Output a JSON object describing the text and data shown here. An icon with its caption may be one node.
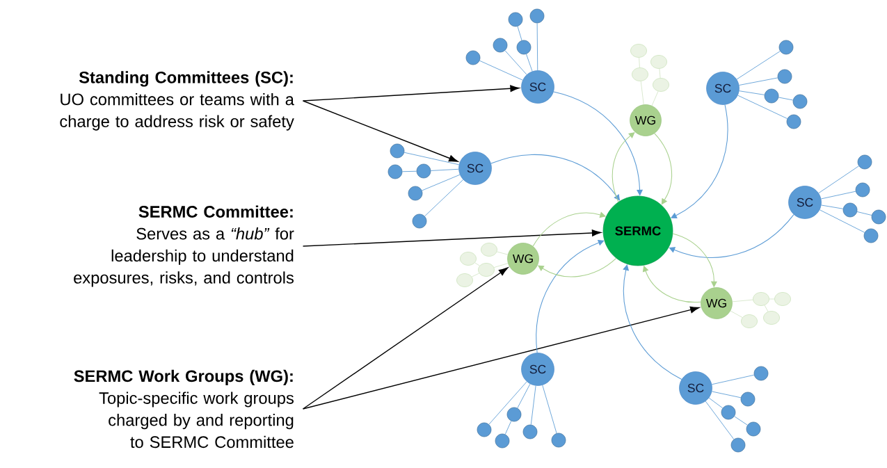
{
  "diagram": {
    "nodes": [
      {
        "text": [
          "Standing Committees (SC):",
          "UO committees or teams with a charge to address risk or safety"
        ]
      },
      {
        "text": [
          "SERMC Committee:",
          "Serves as a *“hub”* for leadership to understand exposures, risks, and controls"
        ]
      },
      {
        "text": [
          "SERMC Work Groups (WG):",
          "Topic-specific work groups charged by and reporting to SERMC Committee"
        ]
      },
      {
        "text": [
          "SERMC"
        ]
      },
      {
        "text": [
          "SC"
        ]
      },
      {
        "text": [
          "SC"
        ]
      },
      {
        "text": [
          "SC"
        ]
      },
      {
        "text": [
          "SC"
        ]
      },
      {
        "text": [
          "SC"
        ]
      },
      {
        "text": [
          "SC"
        ]
      },
      {
        "text": [
          "WG"
        ]
      },
      {
        "text": [
          "WG"
        ]
      },
      {
        "text": [
          "WG"
        ]
      },
      {
        "text": [],
        "shape": "circle"
      },
      {
        "text": [],
        "shape": "circle"
      },
      {
        "text": [],
        "shape": "circle"
      },
      {
        "text": [],
        "shape": "circle"
      },
      {
        "text": [],
        "shape": "circle"
      },
      {
        "text": [],
        "shape": "circle"
      },
      {
        "text": [],
        "shape": "circle"
      },
      {
        "text": [],
        "shape": "circle"
      },
      {
        "text": [],
        "shape": "circle"
      },
      {
        "text": [],
        "shape": "circle"
      },
      {
        "text": [],
        "shape": "circle"
      },
      {
        "text": [],
        "shape": "circle"
      },
      {
        "text": [],
        "shape": "circle"
      },
      {
        "text": [],
        "shape": "circle"
      },
      {
        "text": [],
        "shape": "circle"
      },
      {
        "text": [],
        "shape": "circle"
      },
      {
        "text": [],
        "shape": "circle"
      },
      {
        "text": [],
        "shape": "circle"
      },
      {
        "text": [],
        "shape": "circle"
      },
      {
        "text": [],
        "shape": "circle"
      },
      {
        "text": [],
        "shape": "circle"
      },
      {
        "text": [],
        "shape": "circle"
      },
      {
        "text": [],
        "shape": "circle"
      },
      {
        "text": [],
        "shape": "circle"
      },
      {
        "text": [],
        "shape": "circle"
      },
      {
        "text": [],
        "shape": "circle"
      },
      {
        "text": [],
        "shape": "circle"
      },
      {
        "text": [],
        "shape": "circle"
      },
      {
        "text": [],
        "shape": "circle"
      },
      {
        "text": [],
        "shape": "circle"
      },
      {
        "text": [],
        "shape": "circle"
      },
      {
        "text": [],
        "shape": "circle"
      },
      {
        "text": [],
        "shape": "circle"
      },
      {
        "text": [],
        "shape": "circle"
      },
      {
        "text": [],
        "shape": "circle"
      },
      {
        "text": [],
        "shape": "circle"
      },
      {
        "text": [],
        "shape": "circle"
      },
      {
        "text": [],
        "shape": "circle"
      },
      {
        "text": [],
        "shape": "circle"
      },
      {
        "text": [],
        "shape": "circle"
      },
      {
        "text": [],
        "shape": "circle"
      },
      {
        "text": [],
        "shape": "circle"
      }
    ],
    "edges": [
      {
        "from": 0,
        "to": 4,
        "arrow": "to",
        "color": "#000000"
      },
      {
        "from": 0,
        "to": 5,
        "arrow": "to",
        "color": "#000000"
      },
      {
        "from": 1,
        "to": 3,
        "arrow": "to",
        "color": "#000000"
      },
      {
        "from": 2,
        "to": 11,
        "arrow": "to",
        "color": "#000000"
      },
      {
        "from": 2,
        "to": 12,
        "arrow": "to",
        "color": "#000000"
      },
      {
        "from": 4,
        "to": 3,
        "arrow": "to"
      },
      {
        "from": 5,
        "to": 3,
        "arrow": "to"
      },
      {
        "from": 6,
        "to": 3,
        "arrow": "to"
      },
      {
        "from": 7,
        "to": 3,
        "arrow": "to"
      },
      {
        "from": 8,
        "to": 3,
        "arrow": "to"
      },
      {
        "from": 9,
        "to": 3,
        "arrow": "to"
      },
      {
        "from": 3,
        "to": 10,
        "arrow": "to",
        "color": "#a9d18e"
      },
      {
        "from": 10,
        "to": 3,
        "arrow": "to",
        "color": "#a9d18e"
      },
      {
        "from": 11,
        "to": 3,
        "arrow": "to",
        "color": "#a9d18e"
      },
      {
        "from": 3,
        "to": 11,
        "arrow": "to",
        "color": "#a9d18e"
      },
      {
        "from": 3,
        "to": 12,
        "arrow": "to",
        "color": "#a9d18e"
      },
      {
        "from": 12,
        "to": 3,
        "arrow": "to",
        "color": "#a9d18e"
      },
      {
        "from": 4,
        "to": 13,
        "arrow": "none"
      },
      {
        "from": 4,
        "to": 14,
        "arrow": "none"
      },
      {
        "from": 4,
        "to": 15,
        "arrow": "none"
      },
      {
        "from": 15,
        "to": 16,
        "arrow": "none"
      },
      {
        "from": 4,
        "to": 17,
        "arrow": "none"
      },
      {
        "from": 5,
        "to": 18,
        "arrow": "none"
      },
      {
        "from": 5,
        "to": 20,
        "arrow": "none"
      },
      {
        "from": 20,
        "to": 19,
        "arrow": "none"
      },
      {
        "from": 5,
        "to": 21,
        "arrow": "none"
      },
      {
        "from": 5,
        "to": 22,
        "arrow": "none"
      },
      {
        "from": 6,
        "to": 23,
        "arrow": "none"
      },
      {
        "from": 6,
        "to": 24,
        "arrow": "none"
      },
      {
        "from": 6,
        "to": 25,
        "arrow": "none"
      },
      {
        "from": 25,
        "to": 26,
        "arrow": "none"
      },
      {
        "from": 6,
        "to": 27,
        "arrow": "none"
      },
      {
        "from": 7,
        "to": 28,
        "arrow": "none"
      },
      {
        "from": 7,
        "to": 29,
        "arrow": "none"
      },
      {
        "from": 7,
        "to": 30,
        "arrow": "none"
      },
      {
        "from": 30,
        "to": 31,
        "arrow": "none"
      },
      {
        "from": 7,
        "to": 32,
        "arrow": "none"
      },
      {
        "from": 8,
        "to": 33,
        "arrow": "none"
      },
      {
        "from": 8,
        "to": 34,
        "arrow": "none"
      },
      {
        "from": 34,
        "to": 35,
        "arrow": "none"
      },
      {
        "from": 8,
        "to": 36,
        "arrow": "none"
      },
      {
        "from": 8,
        "to": 37,
        "arrow": "none"
      },
      {
        "from": 9,
        "to": 38,
        "arrow": "none"
      },
      {
        "from": 9,
        "to": 39,
        "arrow": "none"
      },
      {
        "from": 9,
        "to": 40,
        "arrow": "none"
      },
      {
        "from": 40,
        "to": 41,
        "arrow": "none"
      },
      {
        "from": 9,
        "to": 42,
        "arrow": "none"
      },
      {
        "from": 10,
        "to": 45,
        "arrow": "none",
        "color": "#d5e6c8"
      },
      {
        "from": 45,
        "to": 43,
        "arrow": "none",
        "color": "#d5e6c8"
      },
      {
        "from": 10,
        "to": 46,
        "arrow": "none",
        "color": "#d5e6c8"
      },
      {
        "from": 46,
        "to": 44,
        "arrow": "none",
        "color": "#d5e6c8"
      },
      {
        "from": 11,
        "to": 47,
        "arrow": "none",
        "color": "#d5e6c8"
      },
      {
        "from": 11,
        "to": 49,
        "arrow": "none",
        "color": "#d5e6c8"
      },
      {
        "from": 49,
        "to": 48,
        "arrow": "none",
        "color": "#d5e6c8"
      },
      {
        "from": 49,
        "to": 50,
        "arrow": "none",
        "color": "#d5e6c8"
      },
      {
        "from": 12,
        "to": 51,
        "arrow": "none",
        "color": "#d5e6c8"
      },
      {
        "from": 51,
        "to": 52,
        "arrow": "none",
        "color": "#d5e6c8"
      },
      {
        "from": 51,
        "to": 54,
        "arrow": "none",
        "color": "#d5e6c8"
      },
      {
        "from": 12,
        "to": 53,
        "arrow": "none",
        "color": "#d5e6c8"
      }
    ]
  }
}
